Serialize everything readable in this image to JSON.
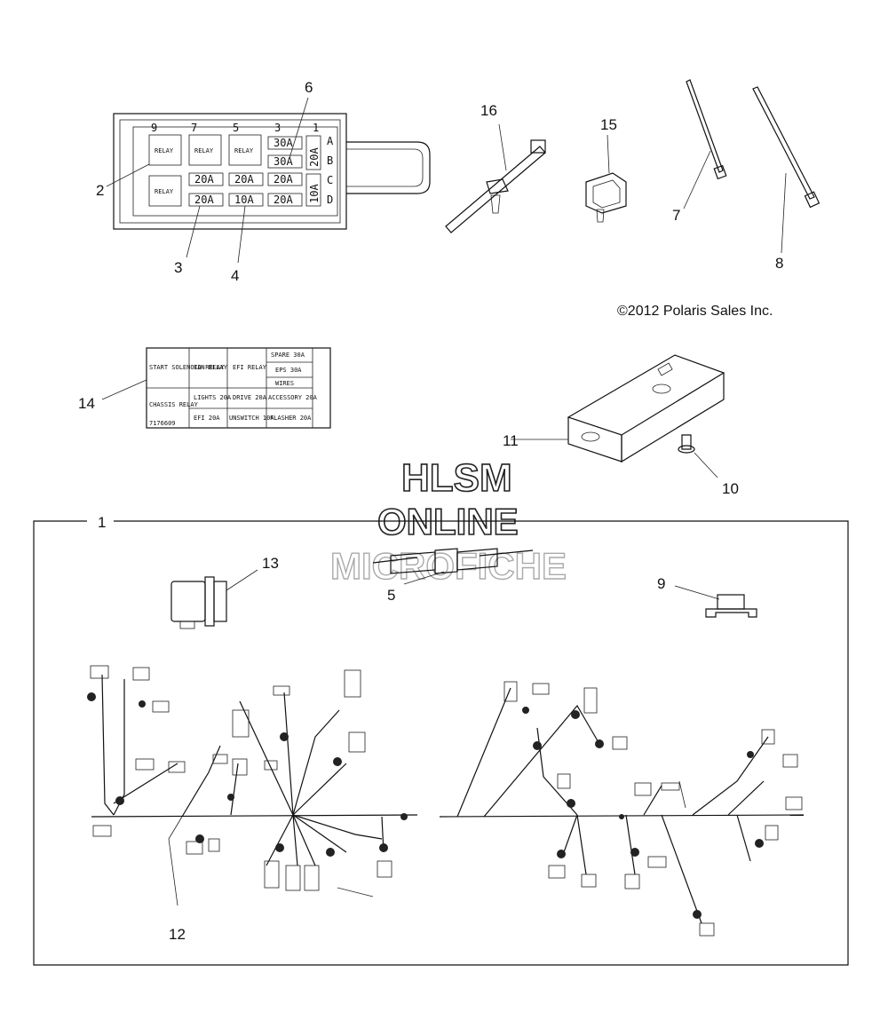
{
  "callouts": {
    "c1": "1",
    "c2": "2",
    "c3": "3",
    "c4": "4",
    "c5": "5",
    "c6": "6",
    "c7": "7",
    "c8": "8",
    "c9": "9",
    "c10": "10",
    "c11": "11",
    "c12": "12",
    "c13": "13",
    "c14": "14",
    "c15": "15",
    "c16": "16"
  },
  "copyright": "©2012 Polaris Sales Inc.",
  "watermark": {
    "line1": "HLSM",
    "line2": "ONLINE",
    "line3": "MICROFICHE"
  },
  "fuse_box": {
    "top_numbers": [
      "9",
      "7",
      "5",
      "3",
      "1"
    ],
    "row_letters": [
      "A",
      "B",
      "C",
      "D"
    ],
    "relay_label": "RELAY",
    "fuses": [
      "30A",
      "30A",
      "20A",
      "20A",
      "20A",
      "20A",
      "10A",
      "20A"
    ],
    "side_fuses": [
      "20A",
      "10A"
    ]
  },
  "label_card": {
    "cells": [
      "START SOLENOID RELAY",
      "FAN RELAY",
      "EFI RELAY",
      "SPARE 30A",
      "EPS 30A",
      "WIRES",
      "CHASSIS RELAY",
      "LIGHTS 20A",
      "DRIVE 20A",
      "ACCESSORY 20A",
      "EFI 20A",
      "UNSWITCH 10A",
      "FLASHER 20A"
    ],
    "part_no": "7176609"
  }
}
